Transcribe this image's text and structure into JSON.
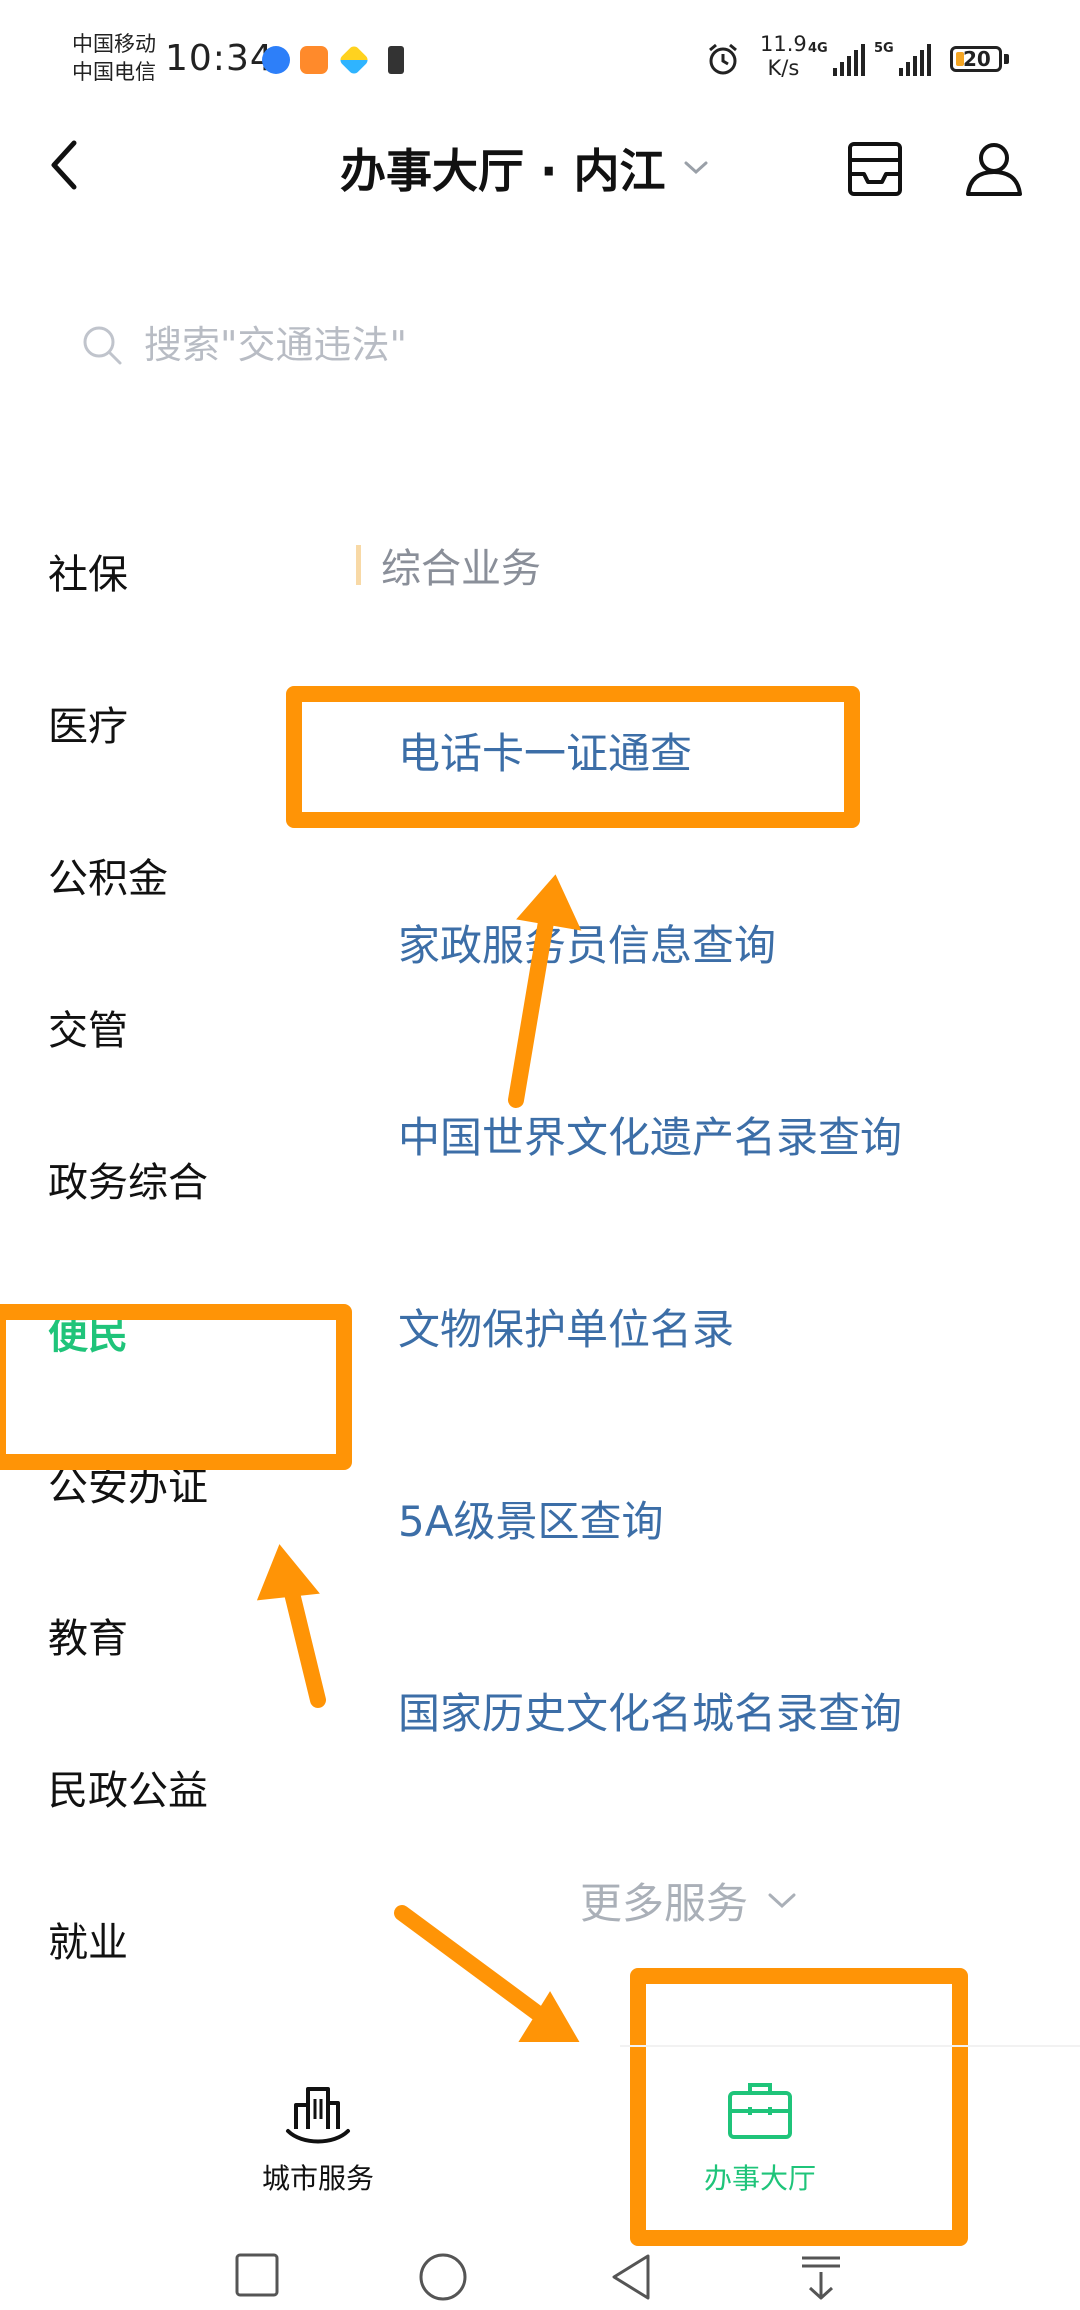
{
  "status_bar": {
    "carrier_1": "中国移动",
    "carrier_2": "中国电信",
    "time": "10:34",
    "net_speed_value": "11.9",
    "net_speed_unit": "K/s",
    "signal_1_label": "4G",
    "signal_2_label": "5G",
    "battery": "20"
  },
  "header": {
    "title": "办事大厅 · 内江"
  },
  "search": {
    "placeholder": "搜索\"交通违法\""
  },
  "categories": [
    {
      "label": "社保"
    },
    {
      "label": "医疗"
    },
    {
      "label": "公积金"
    },
    {
      "label": "交管"
    },
    {
      "label": "政务综合"
    },
    {
      "label": "便民",
      "active": true
    },
    {
      "label": "公安办证"
    },
    {
      "label": "教育"
    },
    {
      "label": "民政公益"
    },
    {
      "label": "就业"
    }
  ],
  "section": {
    "title": "综合业务",
    "services": [
      {
        "label": "电话卡一证通查"
      },
      {
        "label": "家政服务员信息查询"
      },
      {
        "label": "中国世界文化遗产名录查询"
      },
      {
        "label": "文物保护单位名录"
      },
      {
        "label": "5A级景区查询"
      },
      {
        "label": "国家历史文化名城名录查询"
      }
    ],
    "more_label": "更多服务"
  },
  "bottom_nav": {
    "items": [
      {
        "label": "城市服务",
        "active": false
      },
      {
        "label": "办事大厅",
        "active": true
      }
    ]
  },
  "colors": {
    "accent_green": "#1fc47a",
    "link_blue": "#3c6ea7",
    "annotation_orange": "#ff9406"
  }
}
